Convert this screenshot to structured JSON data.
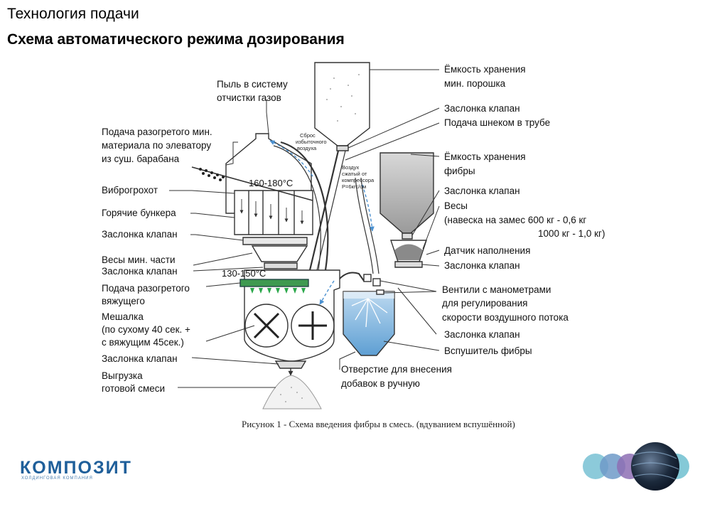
{
  "header": {
    "title": "Технология подачи",
    "subtitle": "Схема автоматического режима дозирования"
  },
  "labels_left": {
    "dust": [
      "Пыль в систему",
      "отчистки газов"
    ],
    "feed_mineral": [
      "Подача разогретого мин.",
      "материала по элеватору",
      "из суш. барабана"
    ],
    "vibro": "Виброгрохот",
    "hot_bins": "Горячие бункера",
    "valve1": "Заслонка клапан",
    "scales_mineral": "Весы мин. части",
    "valve2": "Заслонка клапан",
    "feed_binder": [
      "Подача разогретого",
      "вяжущего"
    ],
    "mixer": [
      "Мешалка",
      "(по сухому 40 сек. +",
      "с вяжущим 45сек.)"
    ],
    "valve3": "Заслонка клапан",
    "unload": [
      "Выгрузка",
      "готовой смеси"
    ]
  },
  "labels_right": {
    "powder_storage": [
      "Ёмкость хранения",
      "мин. порошка"
    ],
    "valve_a": "Заслонка клапан",
    "screw_feed": "Подача шнеком в трубе",
    "fiber_storage": [
      "Ёмкость хранения",
      "фибры"
    ],
    "valve_b": "Заслонка клапан",
    "scales": [
      "Весы",
      "(навеска на замес 600 кг - 0,6 кг",
      "1000 кг - 1,0 кг)"
    ],
    "fill_sensor": "Датчик наполнения",
    "valve_c": "Заслонка клапан",
    "valves_gauges": [
      "Вентили с манометрами",
      "для регулирования",
      "скорости воздушного потока"
    ],
    "valve_d": "Заслонка клапан",
    "fluffer": "Вспушитель фибры"
  },
  "labels_bottom": {
    "hole": [
      "Отверстие для внесения",
      "добавок в ручную"
    ],
    "caption": "Рисунок 1 - Схема введения фибры в смесь. (вдуванием вспушённой)"
  },
  "labels_small": {
    "vent": [
      "Сброс",
      "избыточного",
      "воздуха"
    ],
    "compressor": [
      "Воздух",
      "сжатый от",
      "компрессора",
      "Р=6кгс/см"
    ]
  },
  "temps": {
    "screen": "160-180°С",
    "mixer": "130-150°С"
  },
  "logo": {
    "name": "КОМПОЗИТ",
    "tagline": "ХОЛДИНГОВАЯ КОМПАНИЯ"
  },
  "colors": {
    "accent": "#1f5f9a",
    "fluid": "#7fb6e0",
    "green": "#2aa84a",
    "line": "#333333"
  }
}
